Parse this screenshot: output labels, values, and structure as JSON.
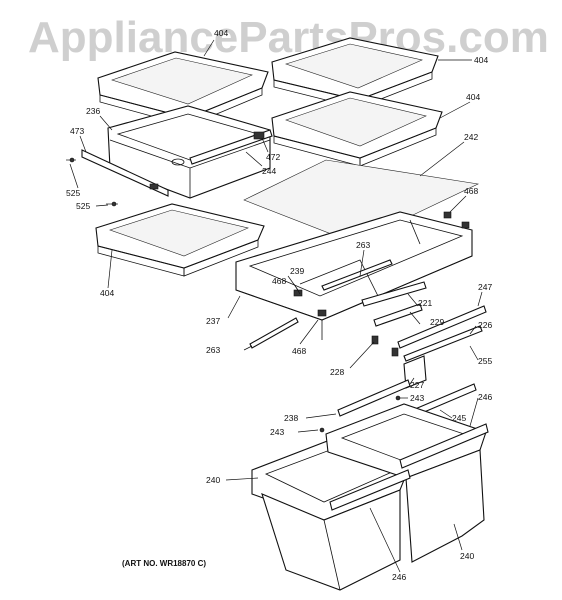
{
  "watermark": "AppliancePartsPros.com",
  "art_number": "(ART NO. WR18870 C)",
  "callouts": [
    {
      "id": "c-404-top-left",
      "text": "404"
    },
    {
      "id": "c-404-top-right",
      "text": "404"
    },
    {
      "id": "c-404-mid-right",
      "text": "404"
    },
    {
      "id": "c-404-left",
      "text": "404"
    },
    {
      "id": "c-236",
      "text": "236"
    },
    {
      "id": "c-473",
      "text": "473"
    },
    {
      "id": "c-472",
      "text": "472"
    },
    {
      "id": "c-244",
      "text": "244"
    },
    {
      "id": "c-242",
      "text": "242"
    },
    {
      "id": "c-525-a",
      "text": "525"
    },
    {
      "id": "c-525-b",
      "text": "525"
    },
    {
      "id": "c-468-right",
      "text": "468"
    },
    {
      "id": "c-263-top",
      "text": "263"
    },
    {
      "id": "c-239",
      "text": "239"
    },
    {
      "id": "c-468-mid",
      "text": "468"
    },
    {
      "id": "c-221",
      "text": "221"
    },
    {
      "id": "c-247",
      "text": "247"
    },
    {
      "id": "c-237",
      "text": "237"
    },
    {
      "id": "c-229",
      "text": "229"
    },
    {
      "id": "c-226",
      "text": "226"
    },
    {
      "id": "c-263-left",
      "text": "263"
    },
    {
      "id": "c-468-low",
      "text": "468"
    },
    {
      "id": "c-228",
      "text": "228"
    },
    {
      "id": "c-255",
      "text": "255"
    },
    {
      "id": "c-227",
      "text": "227"
    },
    {
      "id": "c-243-a",
      "text": "243"
    },
    {
      "id": "c-238",
      "text": "238"
    },
    {
      "id": "c-245",
      "text": "245"
    },
    {
      "id": "c-246-top",
      "text": "246"
    },
    {
      "id": "c-243-b",
      "text": "243"
    },
    {
      "id": "c-240-left",
      "text": "240"
    },
    {
      "id": "c-240-right",
      "text": "240"
    },
    {
      "id": "c-246-bottom",
      "text": "246"
    }
  ]
}
